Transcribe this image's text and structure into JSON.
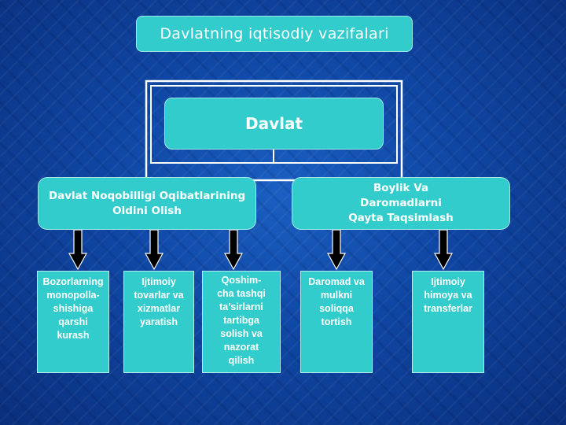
{
  "title": "Davlatning iqtisodiy vazifalari",
  "root": {
    "label": "Davlat"
  },
  "branches": [
    {
      "label": "Davlat Noqobilligi Oqibatlarining\nOldini Olish"
    },
    {
      "label": "Boylik Va\nDaromadlarni\nQayta Taqsimlash"
    }
  ],
  "leaves": [
    {
      "label": "Bozorlarning\nmonopolla-\nshishiga\nqarshi\nkurash"
    },
    {
      "label": "Ijtimoiy\ntovarlar va\nxizmatlar\nyaratish"
    },
    {
      "label": "Qoshim-\ncha tashqi\nta’sirlarni\ntartibga\nsolish va\nnazorat\nqilish"
    },
    {
      "label": "Daromad va\nmulkni\nsoliqqa\ntortish"
    },
    {
      "label": "Ijtimoiy\nhimoya va\ntransferlar"
    }
  ],
  "colors": {
    "box_fill": "#33cccc",
    "box_border": "#9fe8ea",
    "background": "#0f46a3",
    "connector": "#ffffff",
    "arrow": "#000000"
  }
}
